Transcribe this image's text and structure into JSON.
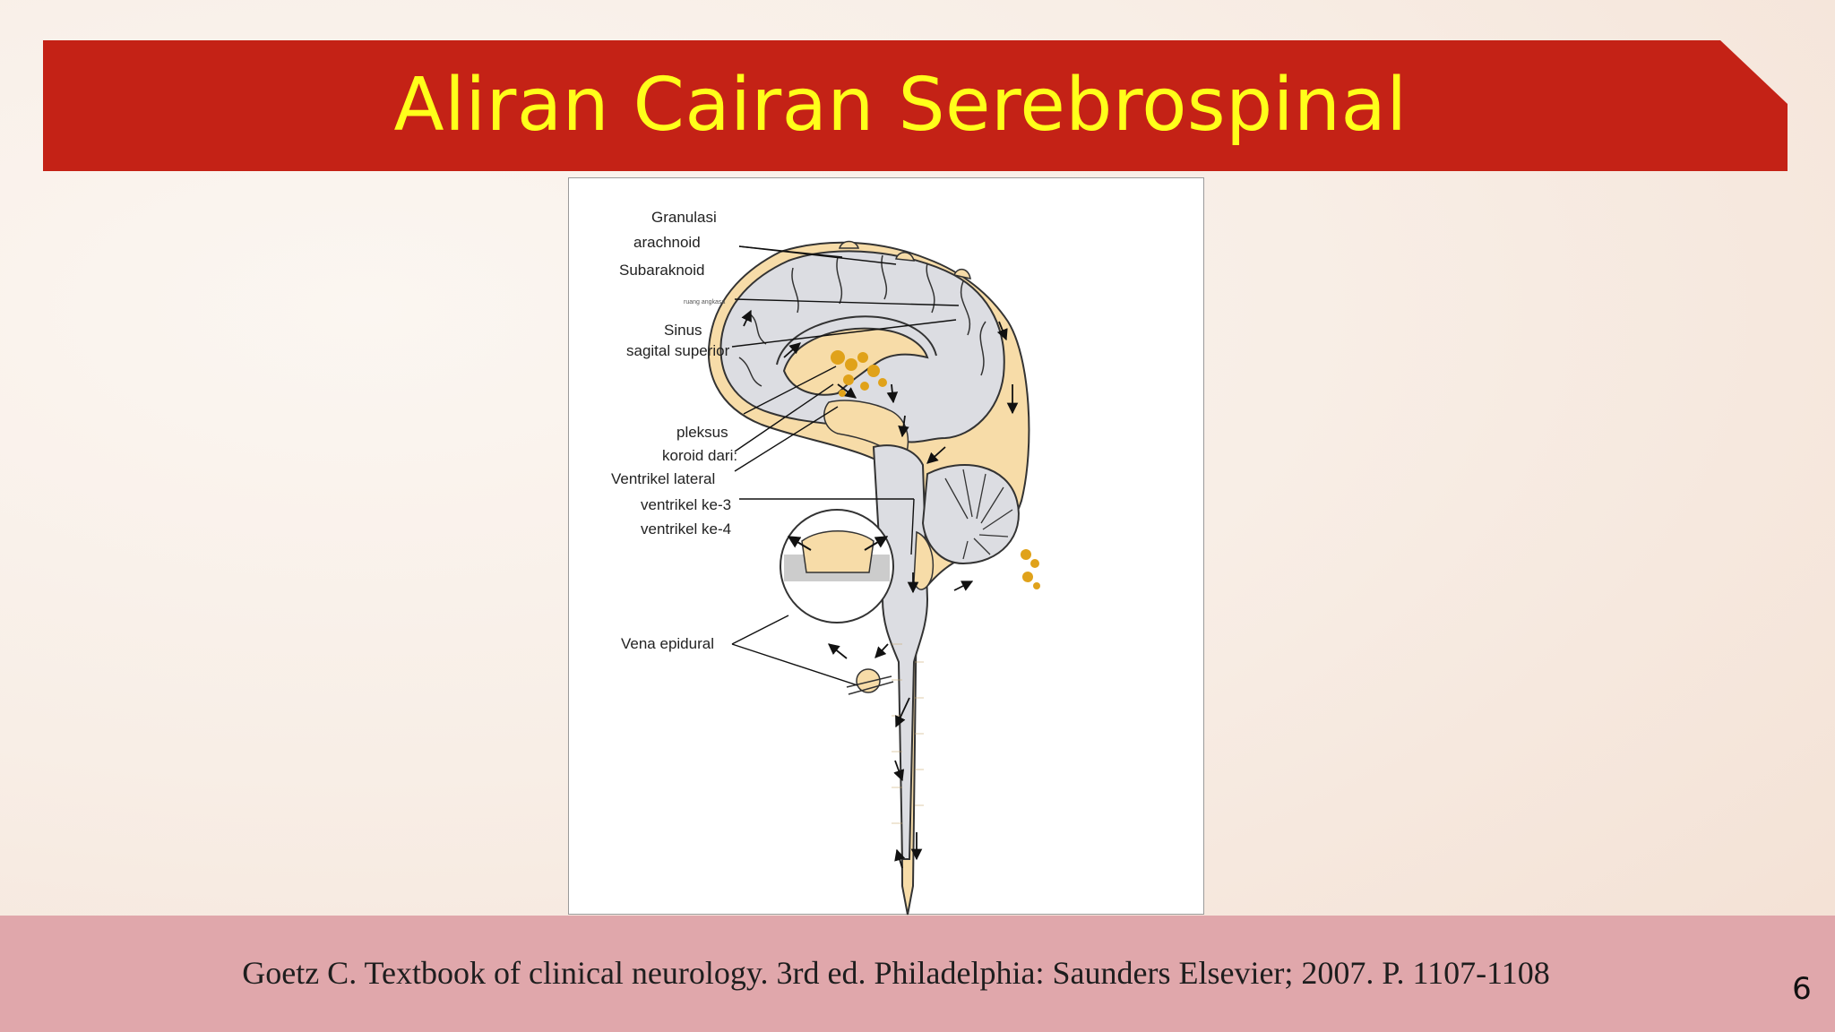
{
  "slide": {
    "title": "Aliran Cairan Serebrospinal",
    "citation": "Goetz C. Textbook of clinical neurology. 3rd ed. Philadelphia: Saunders Elsevier; 2007. P. 1107-1108",
    "page_number": "6"
  },
  "figure": {
    "labels": {
      "granulasi": "Granulasi",
      "arachnoid": "arachnoid",
      "subaraknoid": "Subaraknoid",
      "ruang_angkasa": "ruang angkasa",
      "sinus": "Sinus",
      "sagital_superior": "sagital superior",
      "pleksus": "pleksus",
      "koroid_dari": "koroid dari:",
      "ventrikel_lateral": "Ventrikel lateral",
      "ventrikel_ke3": "ventrikel ke-3",
      "ventrikel_ke4": "ventrikel ke-4",
      "vena_epidural": "Vena epidural"
    }
  },
  "colors": {
    "title_band": "#c42216",
    "title_text": "#ffff1a",
    "footer_band": "#e0a7ab",
    "csf_fill": "#f7dca8",
    "plexus": "#e0a21a",
    "brain_gray": "#dcdde2"
  }
}
